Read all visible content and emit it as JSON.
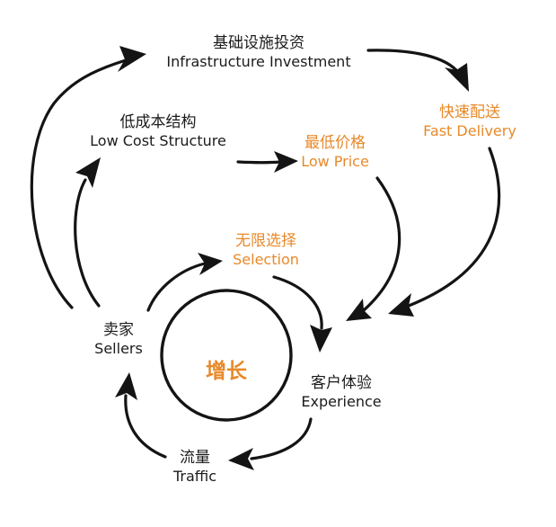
{
  "center_label": "增长",
  "nodes": {
    "infrastructure": {
      "zh": "基础设施投资",
      "en": "Infrastructure Investment",
      "color": "#1b1b1b"
    },
    "low_cost": {
      "zh": "低成本结构",
      "en": "Low Cost Structure",
      "color": "#1b1b1b"
    },
    "low_price": {
      "zh": "最低价格",
      "en": "Low Price",
      "color": "#e8892a"
    },
    "fast_delivery": {
      "zh": "快速配送",
      "en": "Fast Delivery",
      "color": "#e8892a"
    },
    "selection": {
      "zh": "无限选择",
      "en": "Selection",
      "color": "#e8892a"
    },
    "sellers": {
      "zh": "卖家",
      "en": "Sellers",
      "color": "#1b1b1b"
    },
    "experience": {
      "zh": "客户体验",
      "en": "Experience",
      "color": "#1b1b1b"
    },
    "traffic": {
      "zh": "流量",
      "en": "Traffic",
      "color": "#1b1b1b"
    }
  },
  "colors": {
    "accent": "#e8892a",
    "text": "#1b1b1b",
    "arrow": "#141414",
    "background": "#ffffff"
  }
}
